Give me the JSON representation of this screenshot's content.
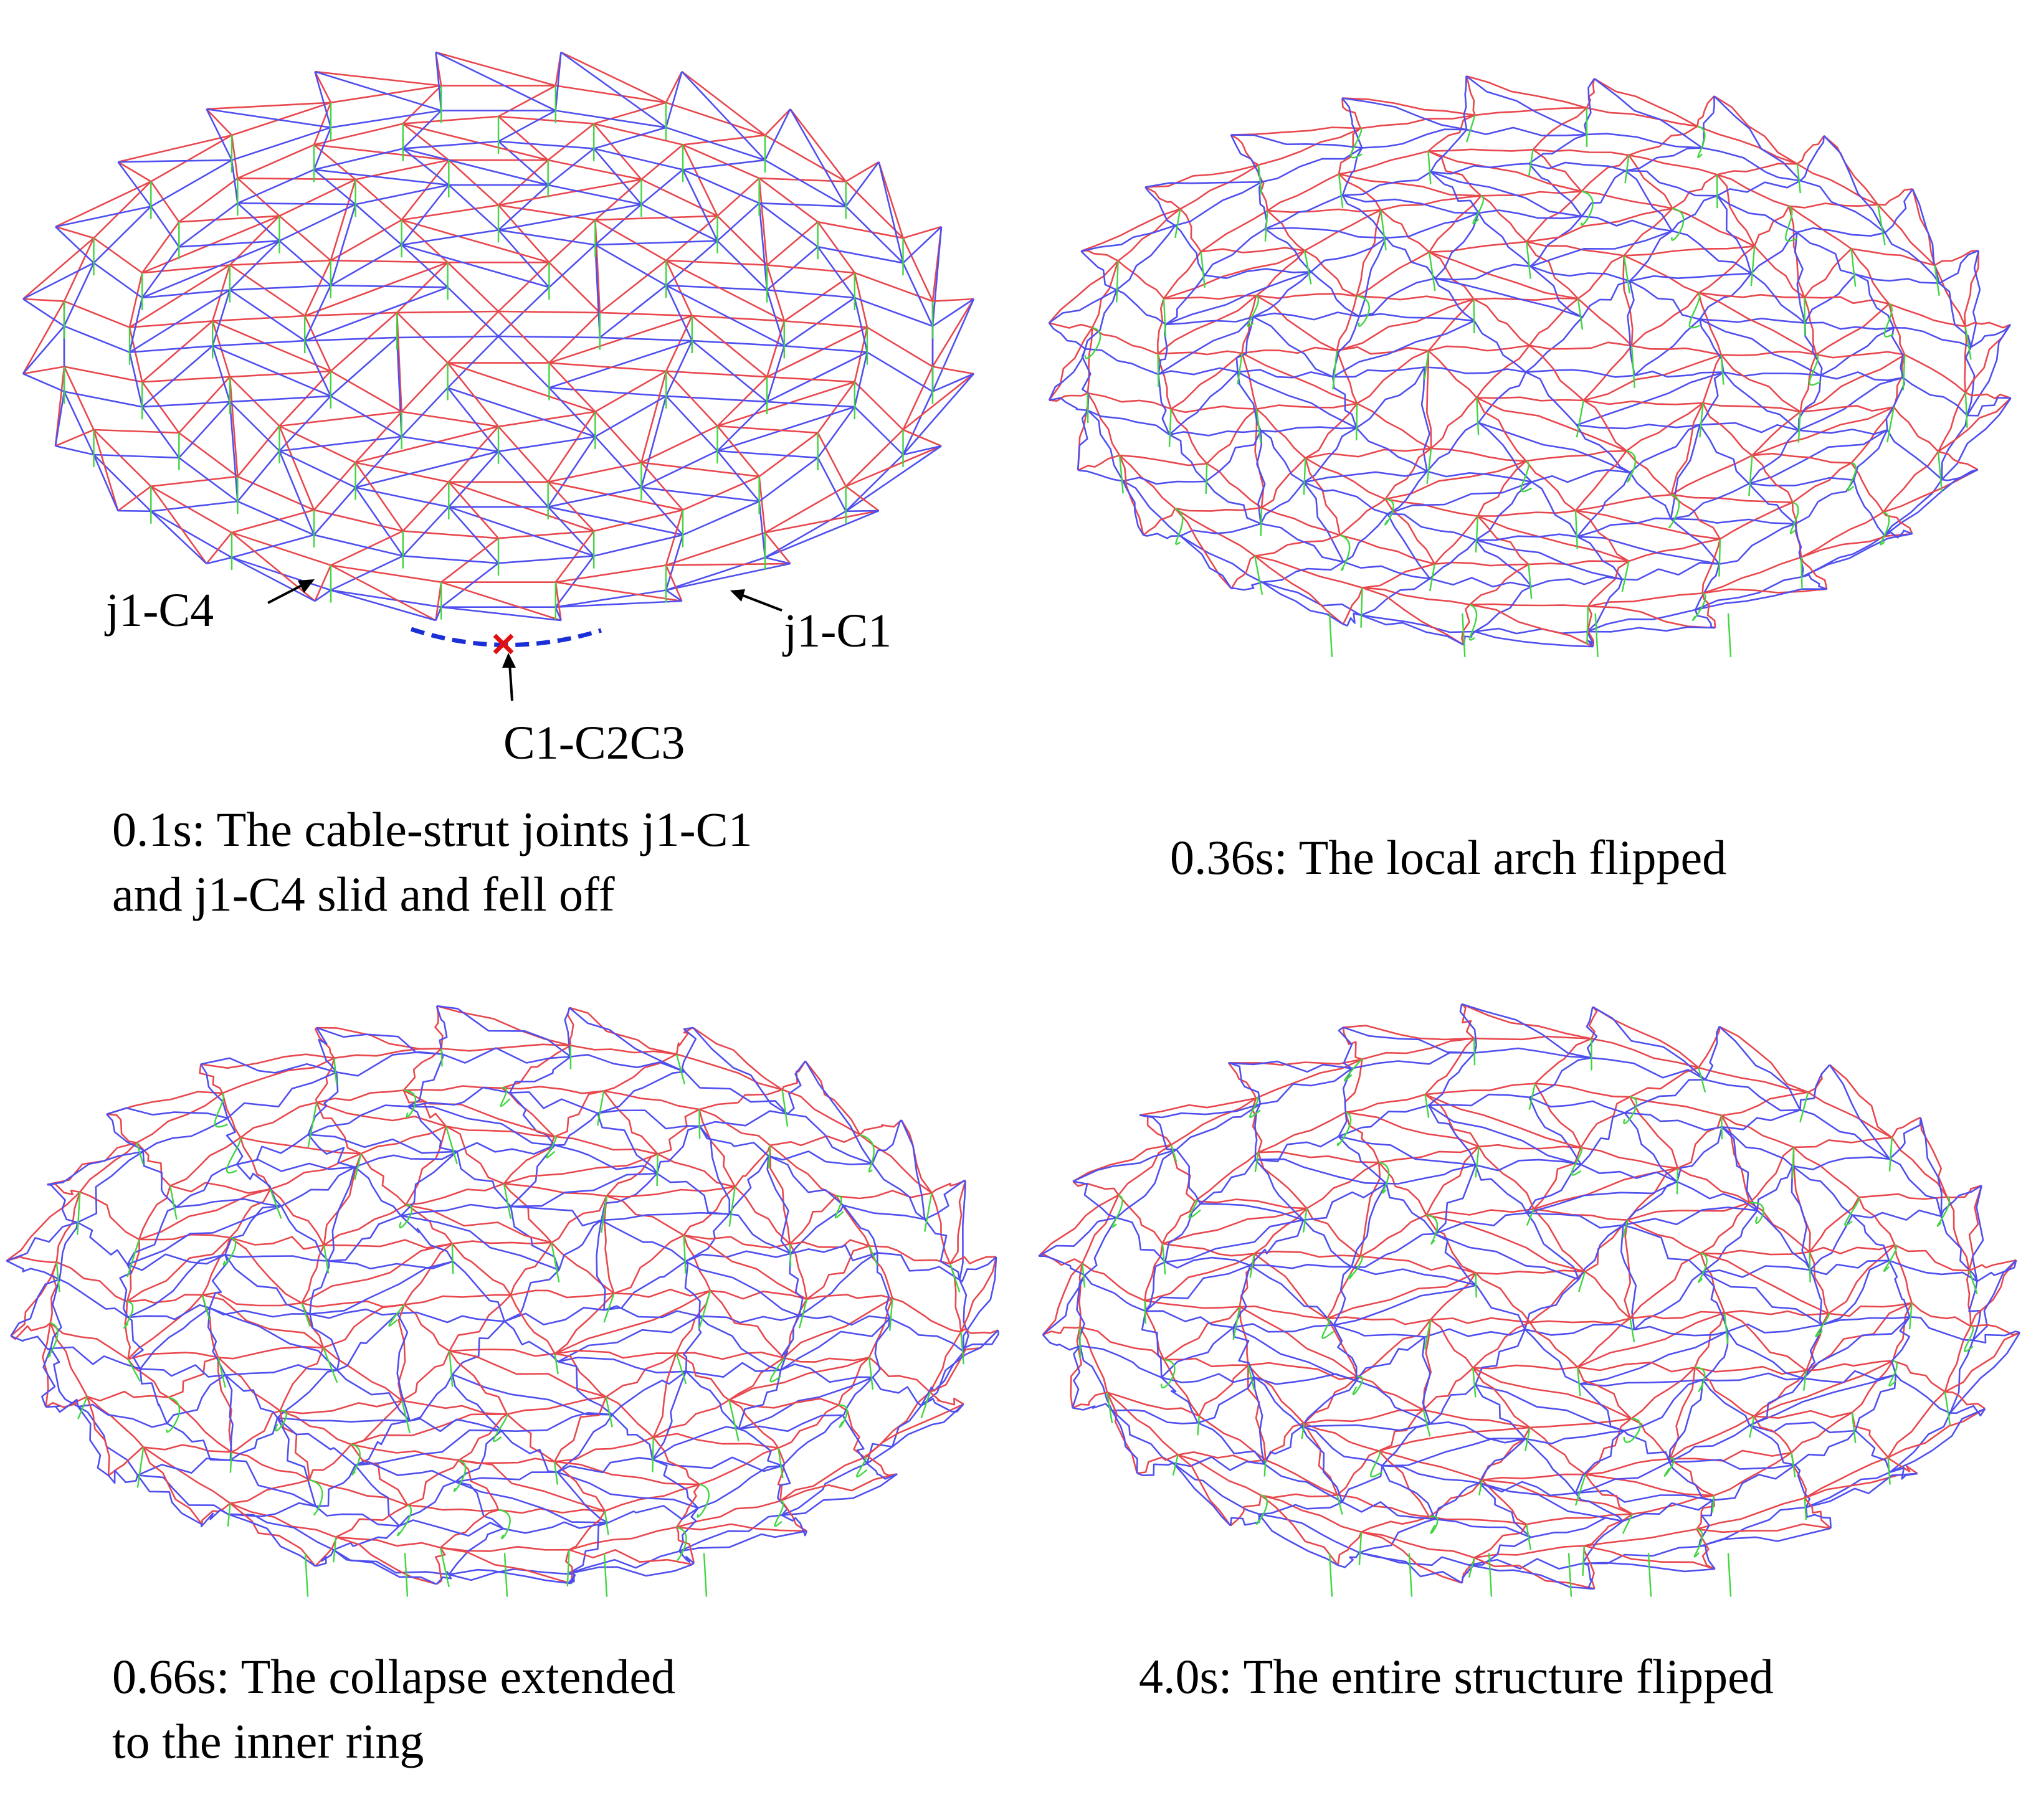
{
  "colors": {
    "cable_upper": "#e8474d",
    "cable_lower": "#4f4ff0",
    "strut": "#3fd63f",
    "highlight_arch": "#1a2fd6",
    "failure_mark": "#e01010",
    "annotation": "#000000"
  },
  "panels": [
    {
      "id": "p1",
      "state": "initial",
      "caption_lines": [
        "0.1s: The cable-strut joints j1-C1",
        "and j1-C4 slid and fell off"
      ],
      "annotations": {
        "label_j1c4": "j1-C4",
        "label_j1c1": "j1-C1",
        "label_c1c2c3": "C1-C2C3"
      }
    },
    {
      "id": "p2",
      "state": "arch-flipped",
      "caption_lines": [
        "0.36s: The local arch flipped"
      ]
    },
    {
      "id": "p3",
      "state": "inner-ring",
      "caption_lines": [
        "0.66s: The collapse extended",
        "to the inner ring"
      ]
    },
    {
      "id": "p4",
      "state": "fully-flipped",
      "caption_lines": [
        "4.0s: The entire structure flipped"
      ]
    }
  ]
}
